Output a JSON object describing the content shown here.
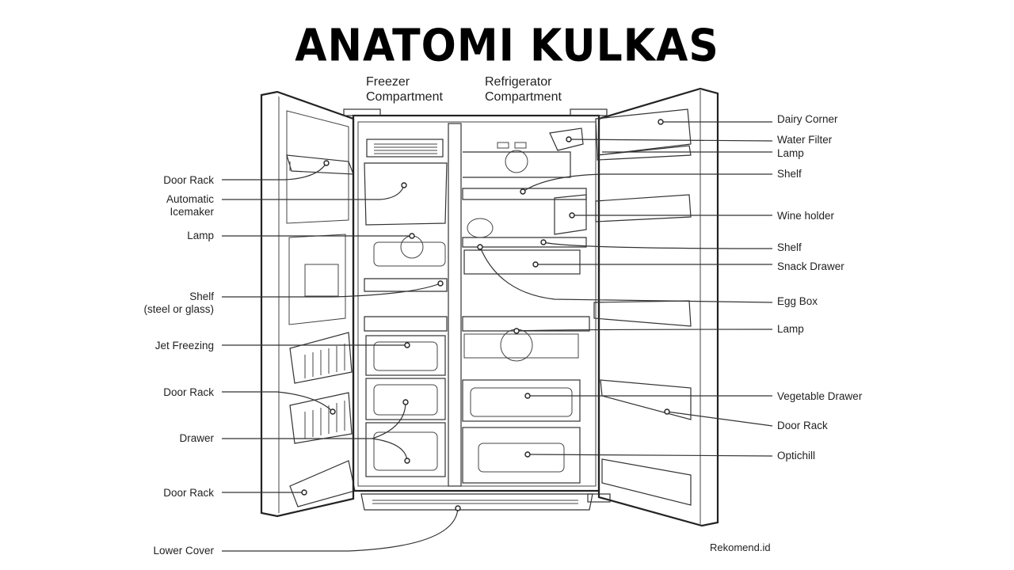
{
  "title": "ANATOMI KULKAS",
  "headers": {
    "freezer": [
      "Freezer",
      "Compartment"
    ],
    "refrigerator": [
      "Refrigerator",
      "Compartment"
    ]
  },
  "labels_left": {
    "door_rack_1": "Door Rack",
    "icemaker": [
      "Automatic",
      "Icemaker"
    ],
    "lamp": "Lamp",
    "shelf": [
      "Shelf",
      "(steel or glass)"
    ],
    "jet_freezing": "Jet Freezing",
    "door_rack_2": "Door Rack",
    "drawer": "Drawer",
    "door_rack_3": "Door Rack",
    "lower_cover": "Lower Cover"
  },
  "labels_right": {
    "dairy_corner": "Dairy Corner",
    "water_filter": "Water Filter",
    "lamp_1": "Lamp",
    "shelf_1": "Shelf",
    "wine_holder": "Wine holder",
    "shelf_2": "Shelf",
    "snack_drawer": "Snack Drawer",
    "egg_box": "Egg Box",
    "lamp_2": "Lamp",
    "vegetable_drawer": "Vegetable Drawer",
    "door_rack": "Door Rack",
    "optichill": "Optichill"
  },
  "credit": "Rekomend.id"
}
